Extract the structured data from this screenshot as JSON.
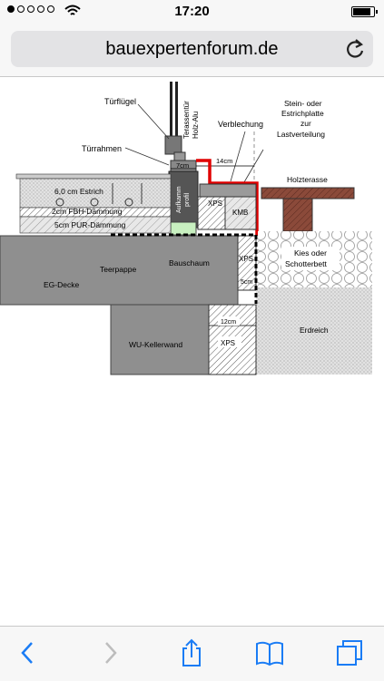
{
  "status": {
    "time": "17:20",
    "signal_dots": 5,
    "signal_filled": 1,
    "battery_level": 0.8
  },
  "browser": {
    "url": "bauexpertenforum.de"
  },
  "diagram": {
    "labels": {
      "tuerfluegel": "Türflügel",
      "terrassentuer_1": "Terassentür",
      "terrassentuer_2": "Holz-Alu",
      "tuerrahmen": "Türrahmen",
      "verblechung": "Verblechung",
      "stein_1": "Stein- oder",
      "stein_2": "Estrichplatte",
      "stein_3": "zur",
      "stein_4": "Lastverteilung",
      "m7cm": "7cm",
      "m14cm": "14cm",
      "holzterasse": "Holzterasse",
      "estrich": "6,0 cm Estrich",
      "fbh": "2cm FBH-Dämmung",
      "pur": "5cm PUR-Dämmung",
      "aufkamm_1": "Aufkamm",
      "aufkamm_2": "profil",
      "xps1": "XPS",
      "kmb": "KMB",
      "kies_1": "Kies oder",
      "kies_2": "Schotterbett",
      "xps2": "XPS",
      "m5cm": "5cm",
      "teerpappe": "Teerpappe",
      "bauschaum": "Bauschaum",
      "egdecke": "EG-Decke",
      "m12cm": "12cm",
      "erdreich": "Erdreich",
      "keller": "WU-Kellerwand",
      "xps3": "XPS"
    }
  },
  "toolbar": {
    "back": "back-icon",
    "forward": "forward-icon",
    "share": "share-icon",
    "bookmarks": "bookmarks-icon",
    "tabs": "tabs-icon"
  },
  "colors": {
    "membrane": "#e00000",
    "wood": "#8b4a3a",
    "concrete": "#8f8f8f"
  }
}
